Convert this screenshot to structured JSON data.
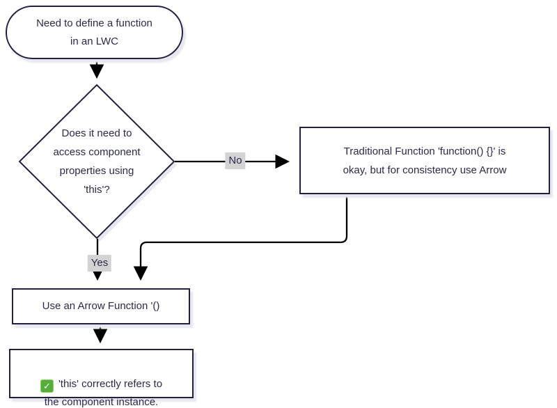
{
  "flowchart": {
    "start": {
      "label": "Need to define a function\nin an LWC"
    },
    "decision": {
      "label": "Does it need to\naccess component\nproperties using\n'this'?"
    },
    "no_branch": {
      "edge_label": "No",
      "node_label": "Traditional Function 'function() {}' is\nokay, but for consistency use Arrow"
    },
    "yes_branch": {
      "edge_label": "Yes",
      "node_label": "Use an Arrow Function '()"
    },
    "result": {
      "icon": "check-icon",
      "check_glyph": "✓",
      "label": "'this' correctly refers to\nthe component instance."
    }
  },
  "colors": {
    "node_border": "#21213f",
    "text": "#2b2b47",
    "edge": "#000000",
    "edge_label_bg": "#d3d3d3",
    "check_green": "#55ad3a",
    "shadow": "#e7e7ee",
    "background": "#ffffff"
  }
}
